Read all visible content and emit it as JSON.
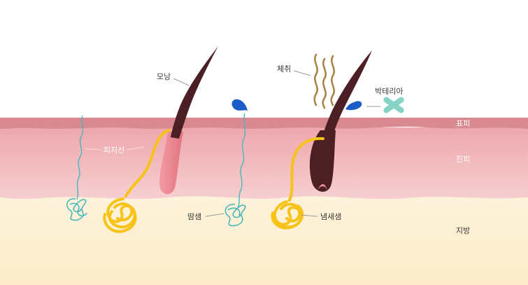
{
  "labels": {
    "hair_follicle": "모낭",
    "body_odor": "체취",
    "bacteria": "박테리아",
    "sebaceous_gland": "피지선",
    "sweat_gland": "땀샘",
    "apocrine_gland": "냄새샘",
    "epidermis": "표피",
    "dermis": "진피",
    "fat": "지방"
  },
  "colors": {
    "epidermis": "#d98a90",
    "dermis": "#f1b9bd",
    "fat": "#fdf1d7",
    "hair": "#4b1f24",
    "follicle": "#ef8f9a",
    "gland_yellow": "#f7c318",
    "sweat_teal": "#4bb7bd",
    "drop_blue": "#1c5cc9",
    "odor_brown": "#a98647",
    "bacteria_green": "#86d3c7"
  }
}
